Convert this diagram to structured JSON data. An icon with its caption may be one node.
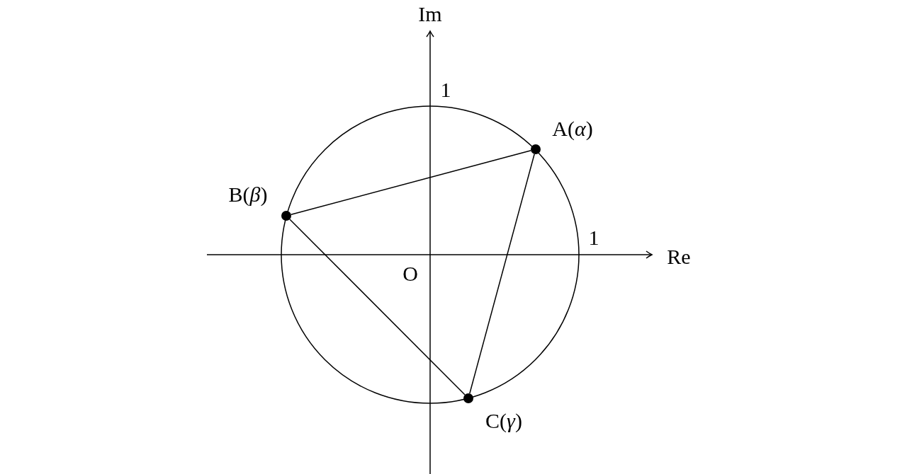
{
  "diagram": {
    "nodes": [
      {
        "text": [],
        "shape": "circle",
        "beside": [
          "A(*α*)"
        ]
      },
      {
        "text": [],
        "shape": "circle",
        "beside": [
          "B(*β*)"
        ]
      },
      {
        "text": [],
        "shape": "circle",
        "beside": [
          "C(*γ*)"
        ]
      }
    ],
    "edges": [
      {
        "from": 1,
        "to": 0,
        "arrow": "none"
      },
      {
        "from": 0,
        "to": 2,
        "arrow": "none"
      },
      {
        "from": 1,
        "to": 2,
        "arrow": "none"
      }
    ],
    "labels": [
      "Im",
      "1",
      "1",
      "Re",
      "O"
    ]
  }
}
